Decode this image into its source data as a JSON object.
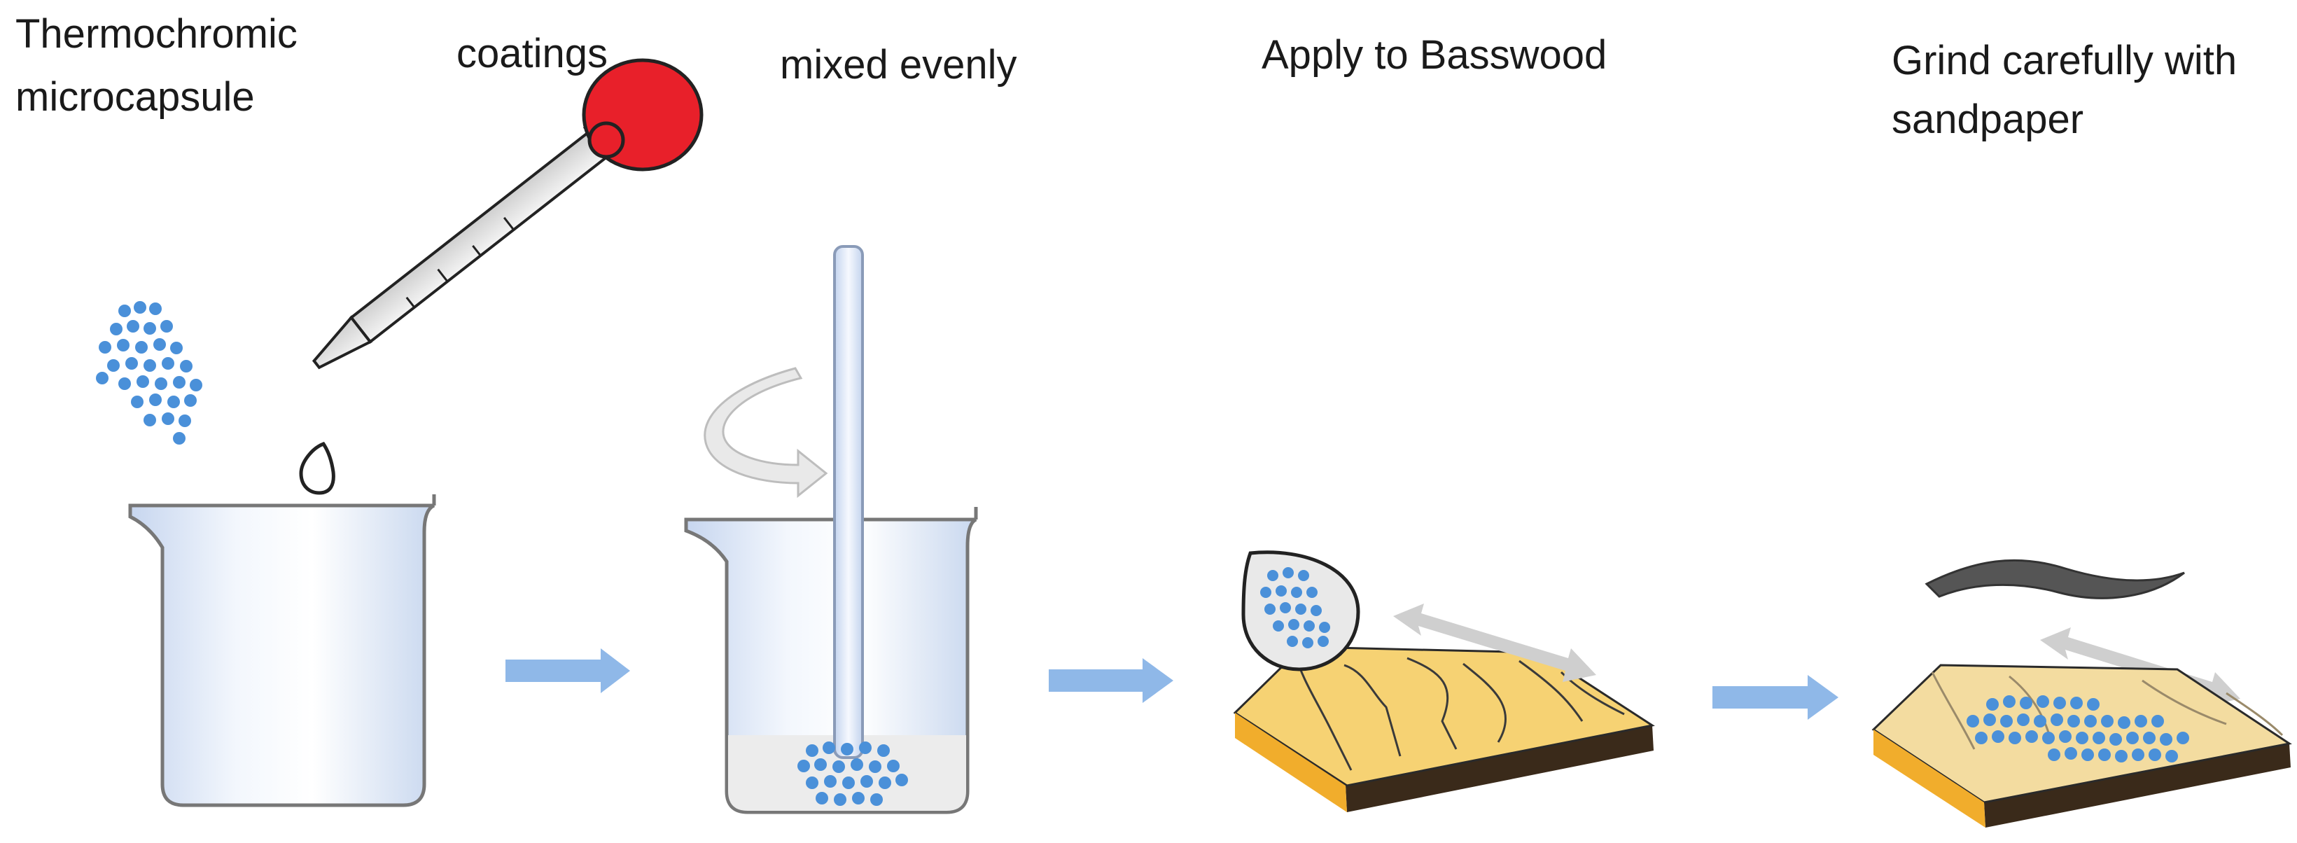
{
  "steps": [
    {
      "label": "Thermochromic microcapsule",
      "line1": "Thermochromic",
      "line2": "microcapsule"
    },
    {
      "label": "coatings"
    },
    {
      "label": "mixed evenly"
    },
    {
      "label": "Apply to Basswood"
    },
    {
      "label": "Grind carefully with sandpaper",
      "line1": "Grind carefully with",
      "line2": "sandpaper"
    }
  ],
  "colors": {
    "microcapsule": "#4a90d9",
    "dropper_bulb": "#e8202a",
    "arrow": "#8fb8e8",
    "wood_top": "#f6d273",
    "wood_edge": "#f1ad2c",
    "wood_side": "#3a2a1a",
    "sandpaper": "#555555",
    "beaker_glass": "#e6eef9",
    "motion_arrow": "#cfcfcf"
  }
}
